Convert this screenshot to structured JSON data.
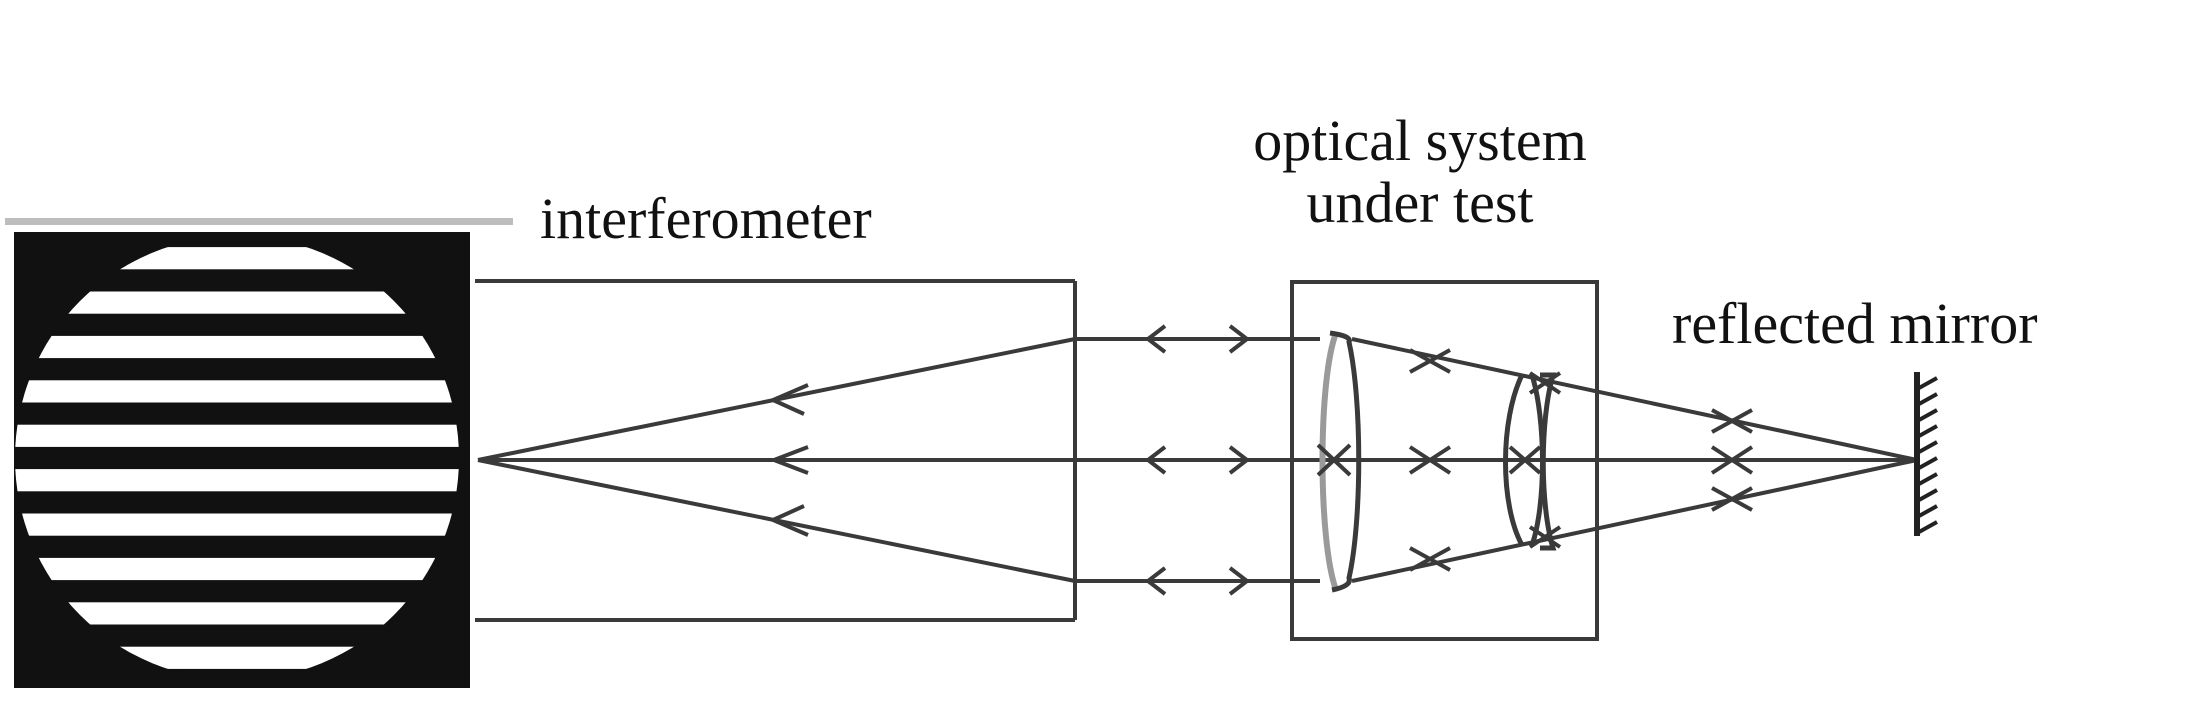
{
  "labels": {
    "interferometer": "interferometer",
    "optical_system_line1": "optical system",
    "optical_system_line2": "under test",
    "reflected_mirror": "reflected mirror"
  },
  "colors": {
    "line": "#3a3a3a",
    "fringe_dark": "#111111",
    "fringe_light": "#ffffff",
    "lens_gray": "#9a9a9a"
  },
  "fringe_pattern": {
    "bright_bands": 10
  }
}
